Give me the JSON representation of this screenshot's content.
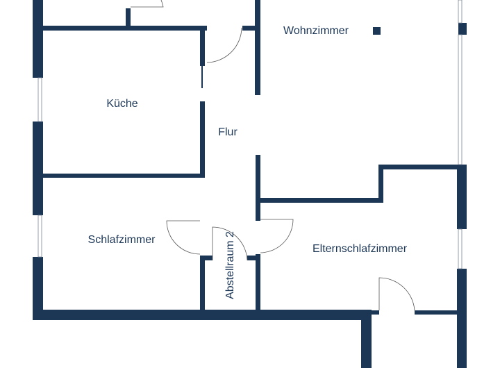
{
  "floorplan": {
    "wall_color": "#1c3656",
    "rooms": {
      "wohnzimmer": "Wohnzimmer",
      "kueche": "Küche",
      "flur": "Flur",
      "schlafzimmer": "Schlafzimmer",
      "elternschlafzimmer": "Elternschlafzimmer",
      "abstellraum": "Abstellraum 2"
    }
  }
}
